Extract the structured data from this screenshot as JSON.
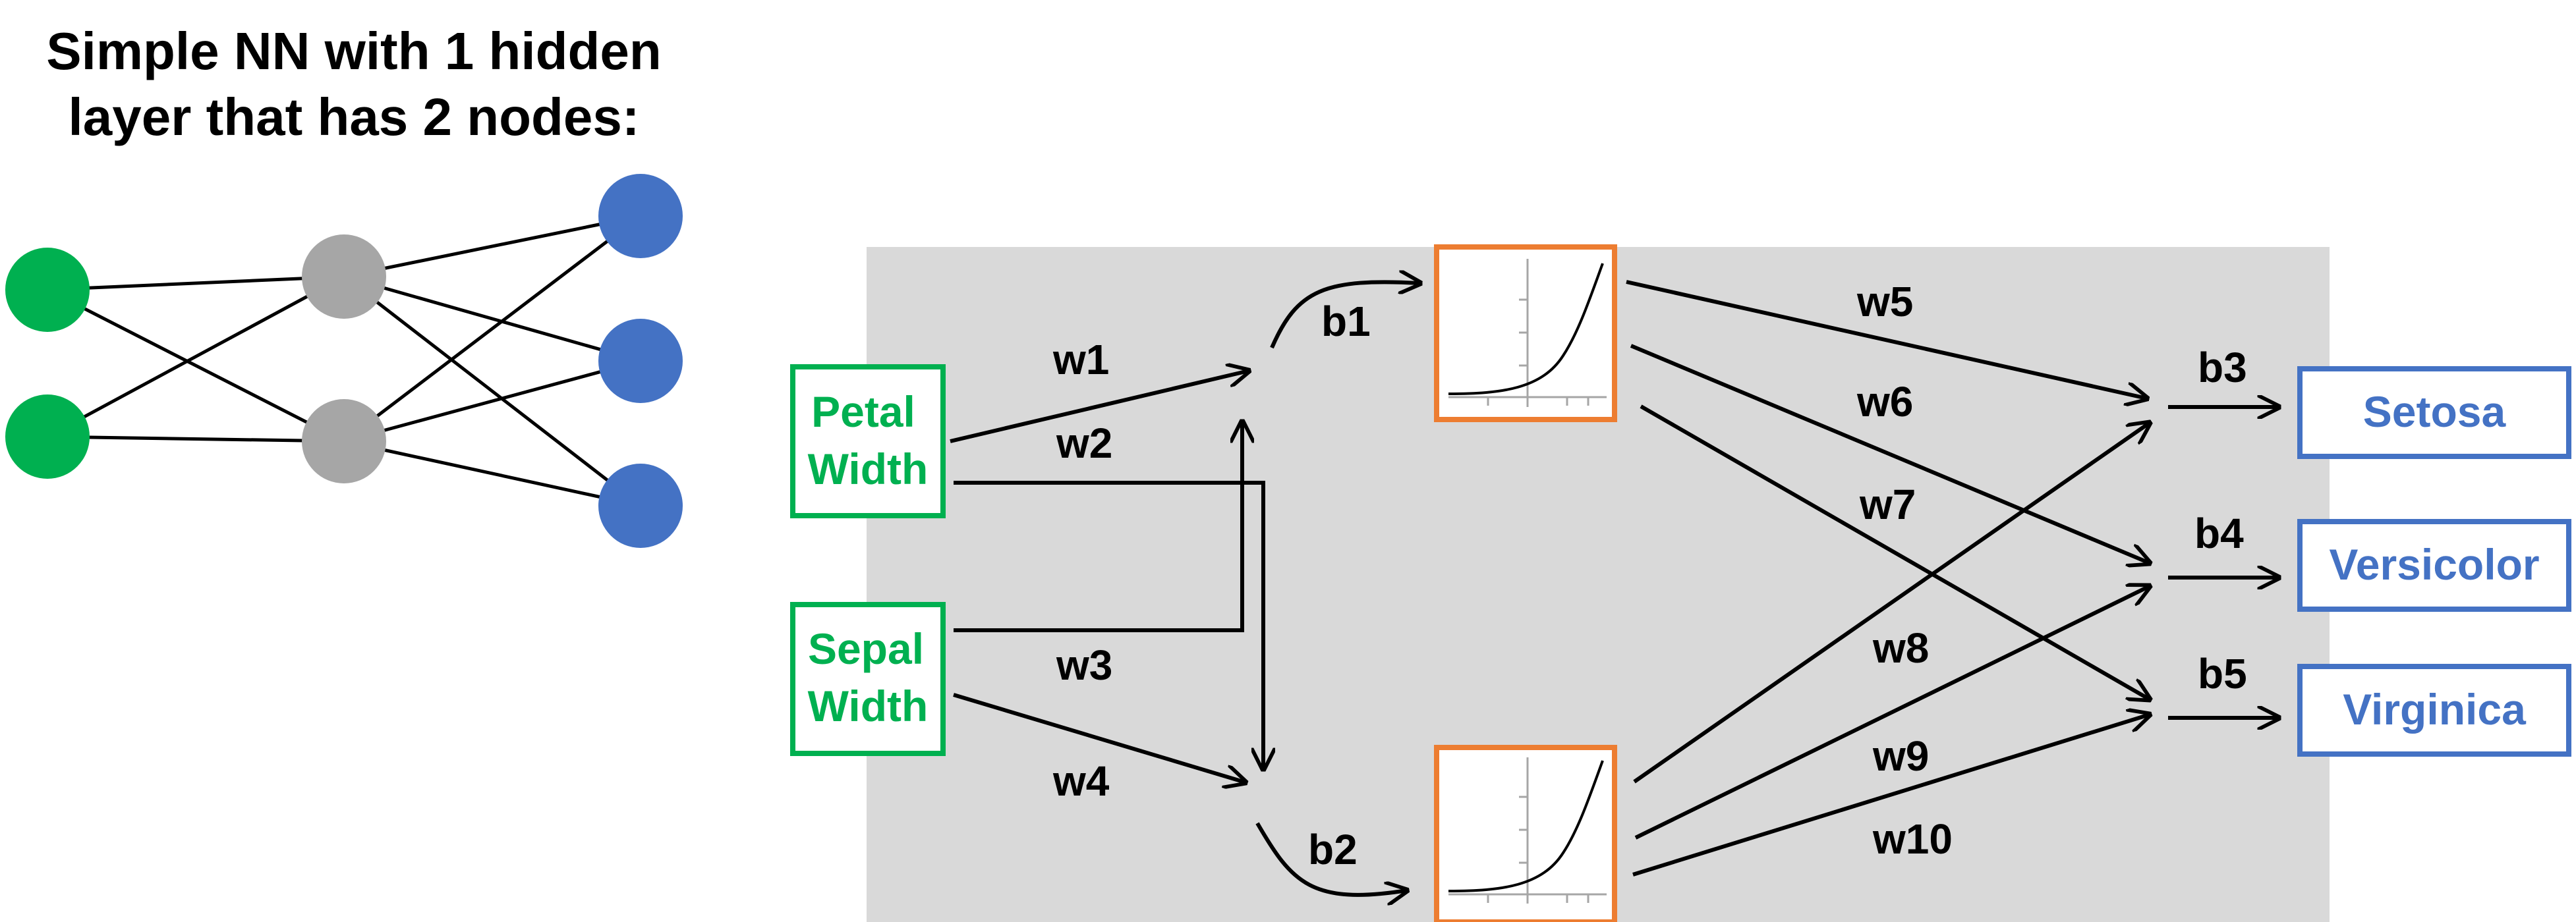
{
  "title": {
    "line1": "Simple NN with 1 hidden",
    "line2": "layer that has 2 nodes:"
  },
  "colors": {
    "input": "#00B050",
    "hidden": "#A6A6A6",
    "output": "#4472C4",
    "activation_box": "#ED7D31",
    "panel": "#D9D9D9"
  },
  "small_network": {
    "input_nodes": 2,
    "hidden_nodes": 2,
    "output_nodes": 3
  },
  "inputs": [
    {
      "line1": "Petal",
      "line2": "Width"
    },
    {
      "line1": "Sepal",
      "line2": "Width"
    }
  ],
  "outputs": [
    "Setosa",
    "Versicolor",
    "Virginica"
  ],
  "weights": [
    "w1",
    "w2",
    "w3",
    "w4",
    "w5",
    "w6",
    "w7",
    "w8",
    "w9",
    "w10"
  ],
  "biases": [
    "b1",
    "b2",
    "b3",
    "b4",
    "b5"
  ]
}
